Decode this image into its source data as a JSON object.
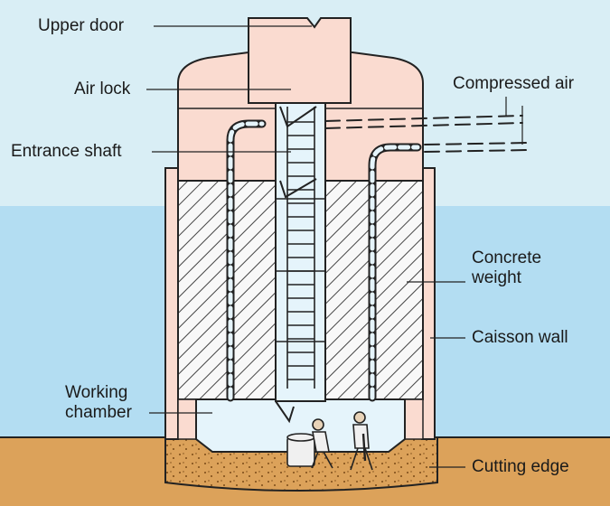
{
  "labels": {
    "upper_door": "Upper door",
    "air_lock": "Air lock",
    "entrance_shaft": "Entrance shaft",
    "compressed_air": "Compressed air",
    "concrete_weight": [
      "Concrete",
      "weight"
    ],
    "caisson_wall": "Caisson wall",
    "working_chamber": [
      "Working",
      "chamber"
    ],
    "cutting_edge": "Cutting edge"
  },
  "colors": {
    "sky": "#d9eef5",
    "water": "#b3ddf2",
    "ground": "#dca25a",
    "caisson_fill": "#fadbd0",
    "outline": "#222222",
    "chamber_air": "#e5f4fb",
    "hatch": "#444444"
  }
}
